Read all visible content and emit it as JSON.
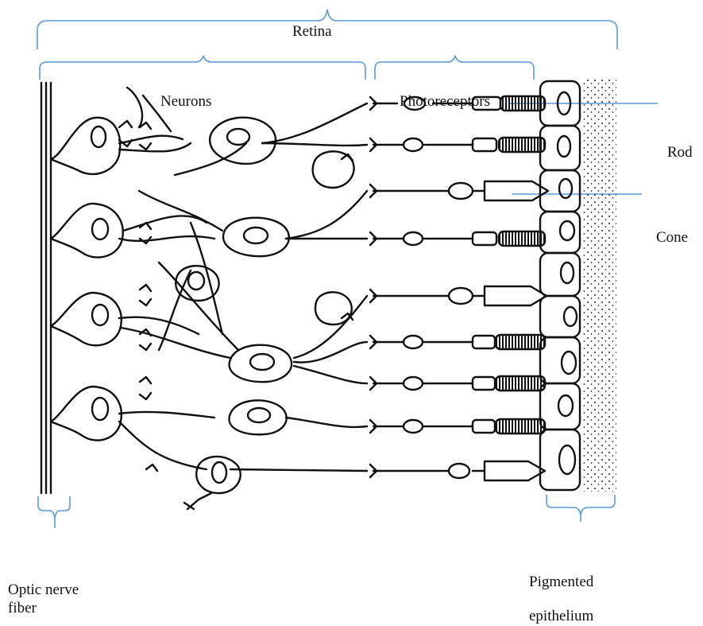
{
  "labels": {
    "retina": "Retina",
    "neurons": "Neurons",
    "photoreceptors": "Photoreceptors",
    "rod": "Rod",
    "cone": "Cone",
    "optic_nerve_line1": "Optic nerve",
    "optic_nerve_line2": "fiber",
    "pigmented_line1": "Pigmented",
    "pigmented_line2": "epithelium"
  },
  "colors": {
    "bracket": "#5b9bd5",
    "ink": "#111111"
  }
}
